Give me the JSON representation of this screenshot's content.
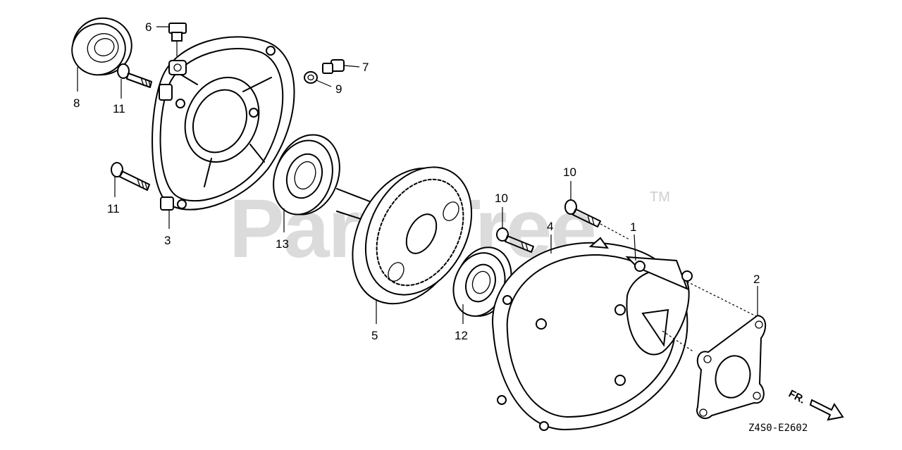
{
  "watermark": {
    "text": "PartsTree",
    "tm": "TM"
  },
  "diagram_code": "Z4S0-E2602",
  "direction_label": "FR.",
  "callouts": {
    "c1": "1",
    "c2": "2",
    "c3": "3",
    "c4": "4",
    "c5": "5",
    "c6": "6",
    "c7": "7",
    "c8": "8",
    "c9": "9",
    "c10a": "10",
    "c10b": "10",
    "c11a": "11",
    "c11b": "11",
    "c12": "12",
    "c13": "13"
  },
  "colors": {
    "line": "#000000",
    "watermark": "#cfcfcf",
    "background": "#ffffff"
  }
}
